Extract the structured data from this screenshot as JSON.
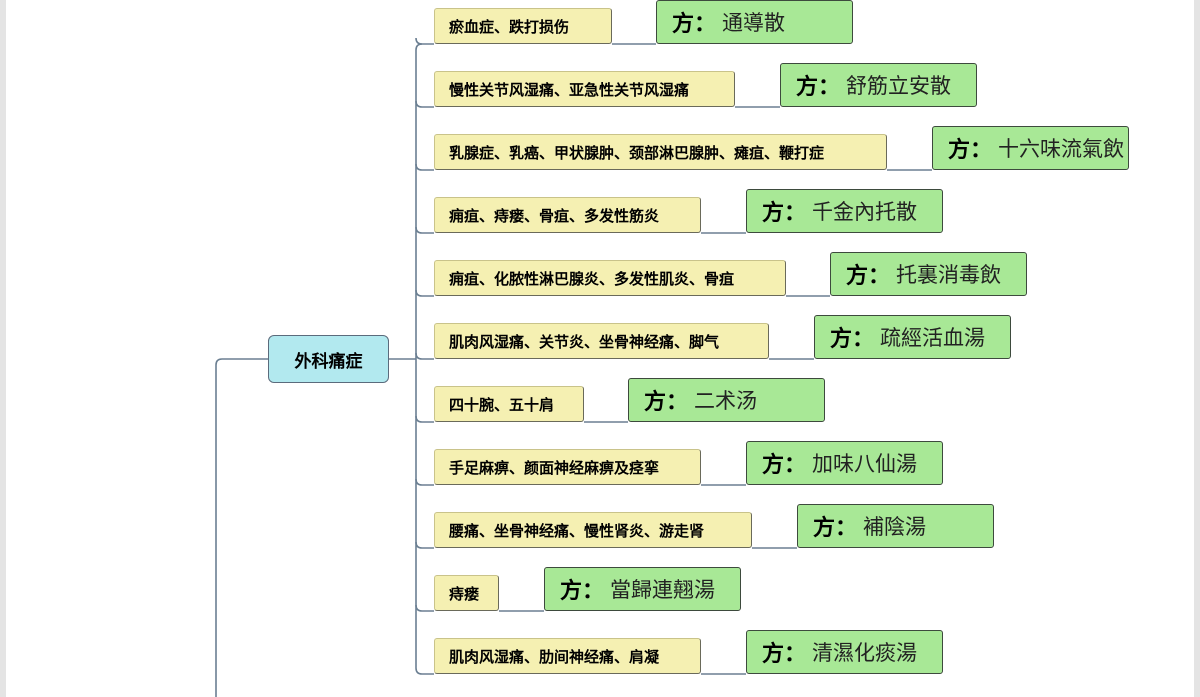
{
  "root": {
    "label": "外科痛症"
  },
  "formula_prefix": "方：",
  "branches": [
    {
      "condition": "瘀血症、跌打损伤",
      "formula": "通導散"
    },
    {
      "condition": "慢性关节风湿痛、亚急性关节风湿痛",
      "formula": "舒筋立安散"
    },
    {
      "condition": "乳腺症、乳癌、甲状腺肿、颈部淋巴腺肿、瘫疽、鞭打症",
      "formula": "十六味流氣飲"
    },
    {
      "condition": "痈疽、痔瘘、骨疽、多发性筋炎",
      "formula": "千金內托散"
    },
    {
      "condition": "痈疽、化脓性淋巴腺炎、多发性肌炎、骨疽",
      "formula": "托裏消毒飲"
    },
    {
      "condition": "肌肉风湿痛、关节炎、坐骨神经痛、脚气",
      "formula": "疏經活血湯"
    },
    {
      "condition": "四十腕、五十肩",
      "formula": "二术汤"
    },
    {
      "condition": "手足麻痹、颜面神经麻痹及痉挛",
      "formula": "加味八仙湯"
    },
    {
      "condition": "腰痛、坐骨神经痛、慢性肾炎、游走肾",
      "formula": "補陰湯"
    },
    {
      "condition": "痔瘘",
      "formula": "當歸連翹湯"
    },
    {
      "condition": "肌肉风湿痛、肋间神经痛、肩凝",
      "formula": "清濕化痰湯"
    }
  ]
}
